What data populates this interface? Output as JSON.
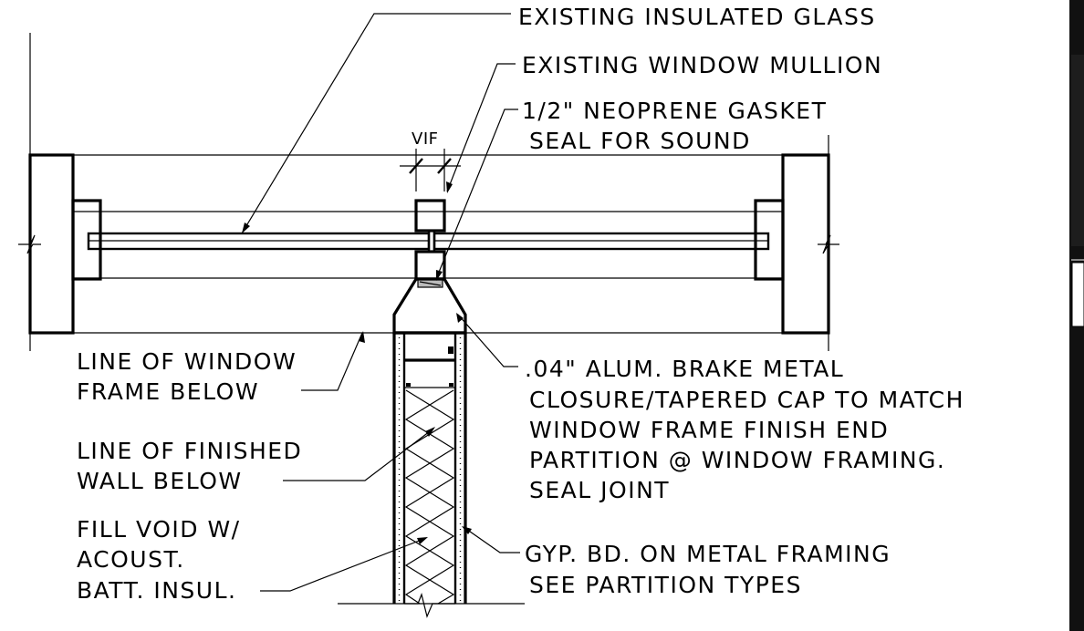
{
  "labels": {
    "existing_glass": "EXISTING INSULATED GLASS",
    "existing_mullion": "EXISTING WINDOW MULLION",
    "gasket_line1": "1/2\" NEOPRENE GASKET",
    "gasket_line2": "SEAL FOR SOUND",
    "vif": "VIF",
    "window_frame_line1": "LINE OF WINDOW",
    "window_frame_line2": "FRAME BELOW",
    "finished_wall_line1": "LINE OF FINISHED",
    "finished_wall_line2": "WALL BELOW",
    "fill_void_line1": "FILL VOID W/",
    "fill_void_line2": "ACOUST.",
    "fill_void_line3": "BATT. INSUL.",
    "closure_line1": ".04\" ALUM. BRAKE METAL",
    "closure_line2": "CLOSURE/TAPERED CAP TO MATCH",
    "closure_line3": "WINDOW FRAME FINISH END",
    "closure_line4": "PARTITION @ WINDOW FRAMING.",
    "closure_line5": "SEAL JOINT",
    "gyp_line1": "GYP. BD. ON METAL FRAMING",
    "gyp_line2": "SEE PARTITION TYPES"
  }
}
